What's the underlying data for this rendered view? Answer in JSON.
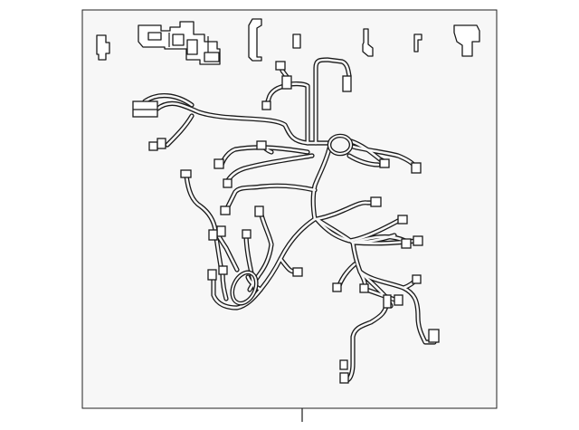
{
  "diagram": {
    "kind": "wiring-harness-parts-illustration",
    "colors": {
      "line": "#1a1a1a",
      "frame_fill": "#f7f7f7",
      "background": "#ffffff"
    },
    "loose_parts": [
      "connector-clip",
      "fuse-block-bracket",
      "retainer-clip",
      "small-connector",
      "bent-bracket",
      "hook-clip",
      "mounting-bracket"
    ]
  }
}
